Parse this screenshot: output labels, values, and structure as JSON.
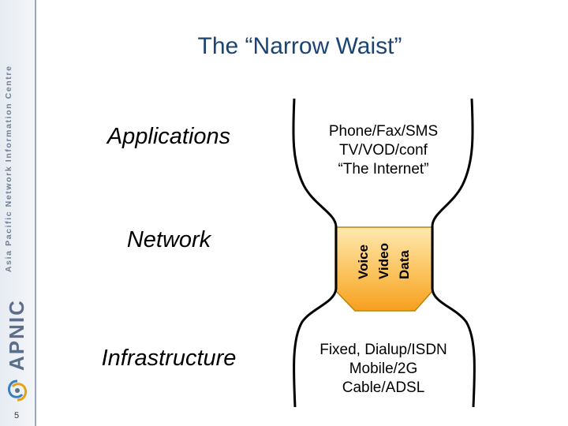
{
  "sidebar": {
    "org_name": "Asia Pacific Network Information Centre",
    "logo_text": "APNIC",
    "logo_icon": "apnic-swirl-icon",
    "page_number": "5"
  },
  "title": "The “Narrow Waist”",
  "layers": {
    "applications": "Applications",
    "network": "Network",
    "infrastructure": "Infrastructure"
  },
  "top_block": [
    "Phone/Fax/SMS",
    "TV/VOD/conf",
    "“The Internet”"
  ],
  "waist": [
    "Voice",
    "Video",
    "Data"
  ],
  "bottom_block": [
    "Fixed, Dialup/ISDN",
    "Mobile/2G",
    "Cable/ADSL"
  ],
  "colors": {
    "title": "#1c4472",
    "waist_fill_top": "#ffe9b0",
    "waist_fill_bottom": "#f5a020",
    "waist_outline": "#b8860b"
  }
}
